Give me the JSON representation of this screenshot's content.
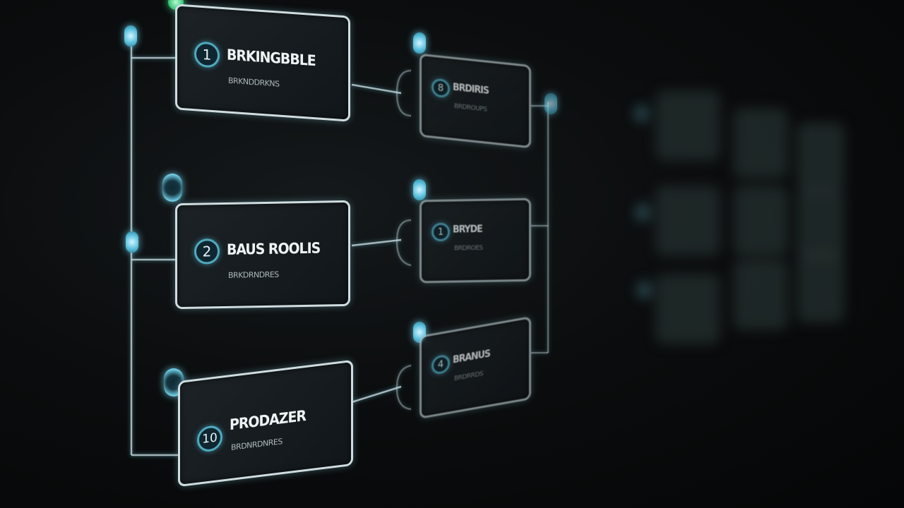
{
  "diagram": {
    "main_nodes": [
      {
        "number": "1",
        "title": "BRKINGBBLE",
        "subtitle": "BRKNDDRKNS"
      },
      {
        "number": "2",
        "title": "BAUS ROOLIS",
        "subtitle": "BRKDRNDRES"
      },
      {
        "number": "10",
        "title": "PRODAZER",
        "subtitle": "BRDNRDNRES"
      }
    ],
    "sub_nodes": [
      {
        "number": "8",
        "title": "BRDIRIS",
        "subtitle": "BRDROUPS"
      },
      {
        "number": "1",
        "title": "BRYDE",
        "subtitle": "BRDROES"
      },
      {
        "number": "4",
        "title": "BRANUS",
        "subtitle": "BRDRRDS"
      }
    ]
  },
  "colors": {
    "background": "#0b0d0e",
    "card_border": "#cfdde0",
    "accent_glow": "#5dc2de",
    "badge_ring": "#4fa9bd",
    "top_indicator": "#2fbf6f"
  }
}
